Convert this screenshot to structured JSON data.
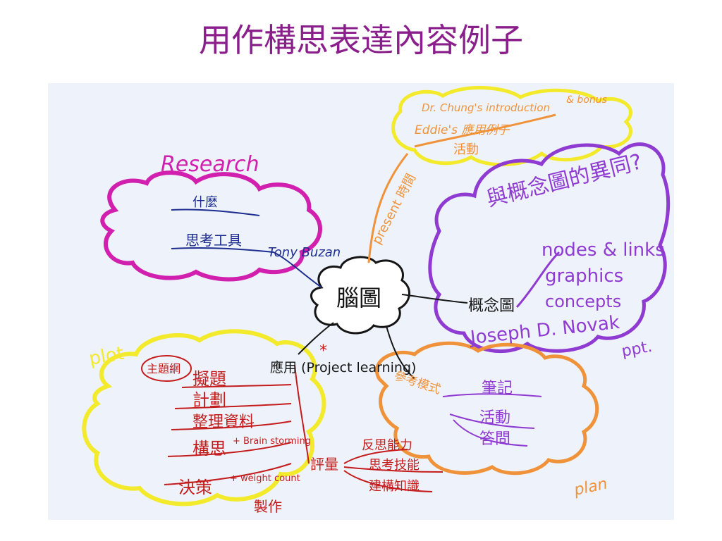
{
  "slide": {
    "title": "用作構思表達內容例子",
    "title_color": "#8a1f8c"
  },
  "colors": {
    "paper": "#eef3fb",
    "magenta": "#d11fae",
    "navy": "#1d2c8f",
    "yellow": "#f2ea2a",
    "orange": "#f0923a",
    "purple": "#8f3bd2",
    "red": "#c41c1c",
    "black": "#151515"
  },
  "mindmap": {
    "center": "腦圖",
    "research": {
      "label": "Research",
      "items": [
        "什麼",
        "思考工具",
        "Tony Buzan"
      ]
    },
    "present": {
      "label": "present 時間",
      "items": [
        "Dr. Chung's introduction",
        "Eddie's 應用例子",
        "活動"
      ],
      "note": "& bonus"
    },
    "concept": {
      "question": "與概念圖的異同?",
      "label": "概念圖",
      "items": [
        "nodes & links",
        "graphics",
        "concepts"
      ],
      "author": "Joseph D. Novak",
      "ppt": "ppt."
    },
    "apply": {
      "label": "應用 (Project learning)",
      "star": "*",
      "plot": "plot",
      "topic": "主題網",
      "items": [
        "擬題",
        "計劃",
        "整理資料",
        "構思",
        "+ Brain storming",
        "決策",
        "+ weight count",
        "製作"
      ]
    },
    "evaluate": {
      "label": "評量",
      "items": [
        "反思能力",
        "思考技能",
        "建構知識"
      ]
    },
    "plan": {
      "label": "參考模式",
      "items": [
        "筆記",
        "活動",
        "答問"
      ],
      "tag": "plan"
    }
  }
}
